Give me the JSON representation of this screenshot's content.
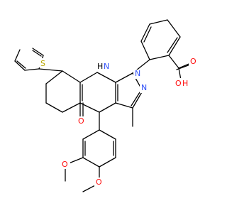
{
  "molecule": {
    "atoms": {
      "nh_N": "N",
      "nh_H": "H",
      "n1": "N",
      "n2": "N",
      "s": "S",
      "o_ketone": "O",
      "o_acid1": "O",
      "o_acid2_O": "O",
      "o_acid2_H": "H",
      "o_meo1": "O",
      "o_meo2": "O"
    },
    "colors": {
      "bond": "#000000",
      "oxygen": "#ff0d0d",
      "nitrogen": "#3050f8",
      "sulfur": "#b8a600"
    }
  }
}
